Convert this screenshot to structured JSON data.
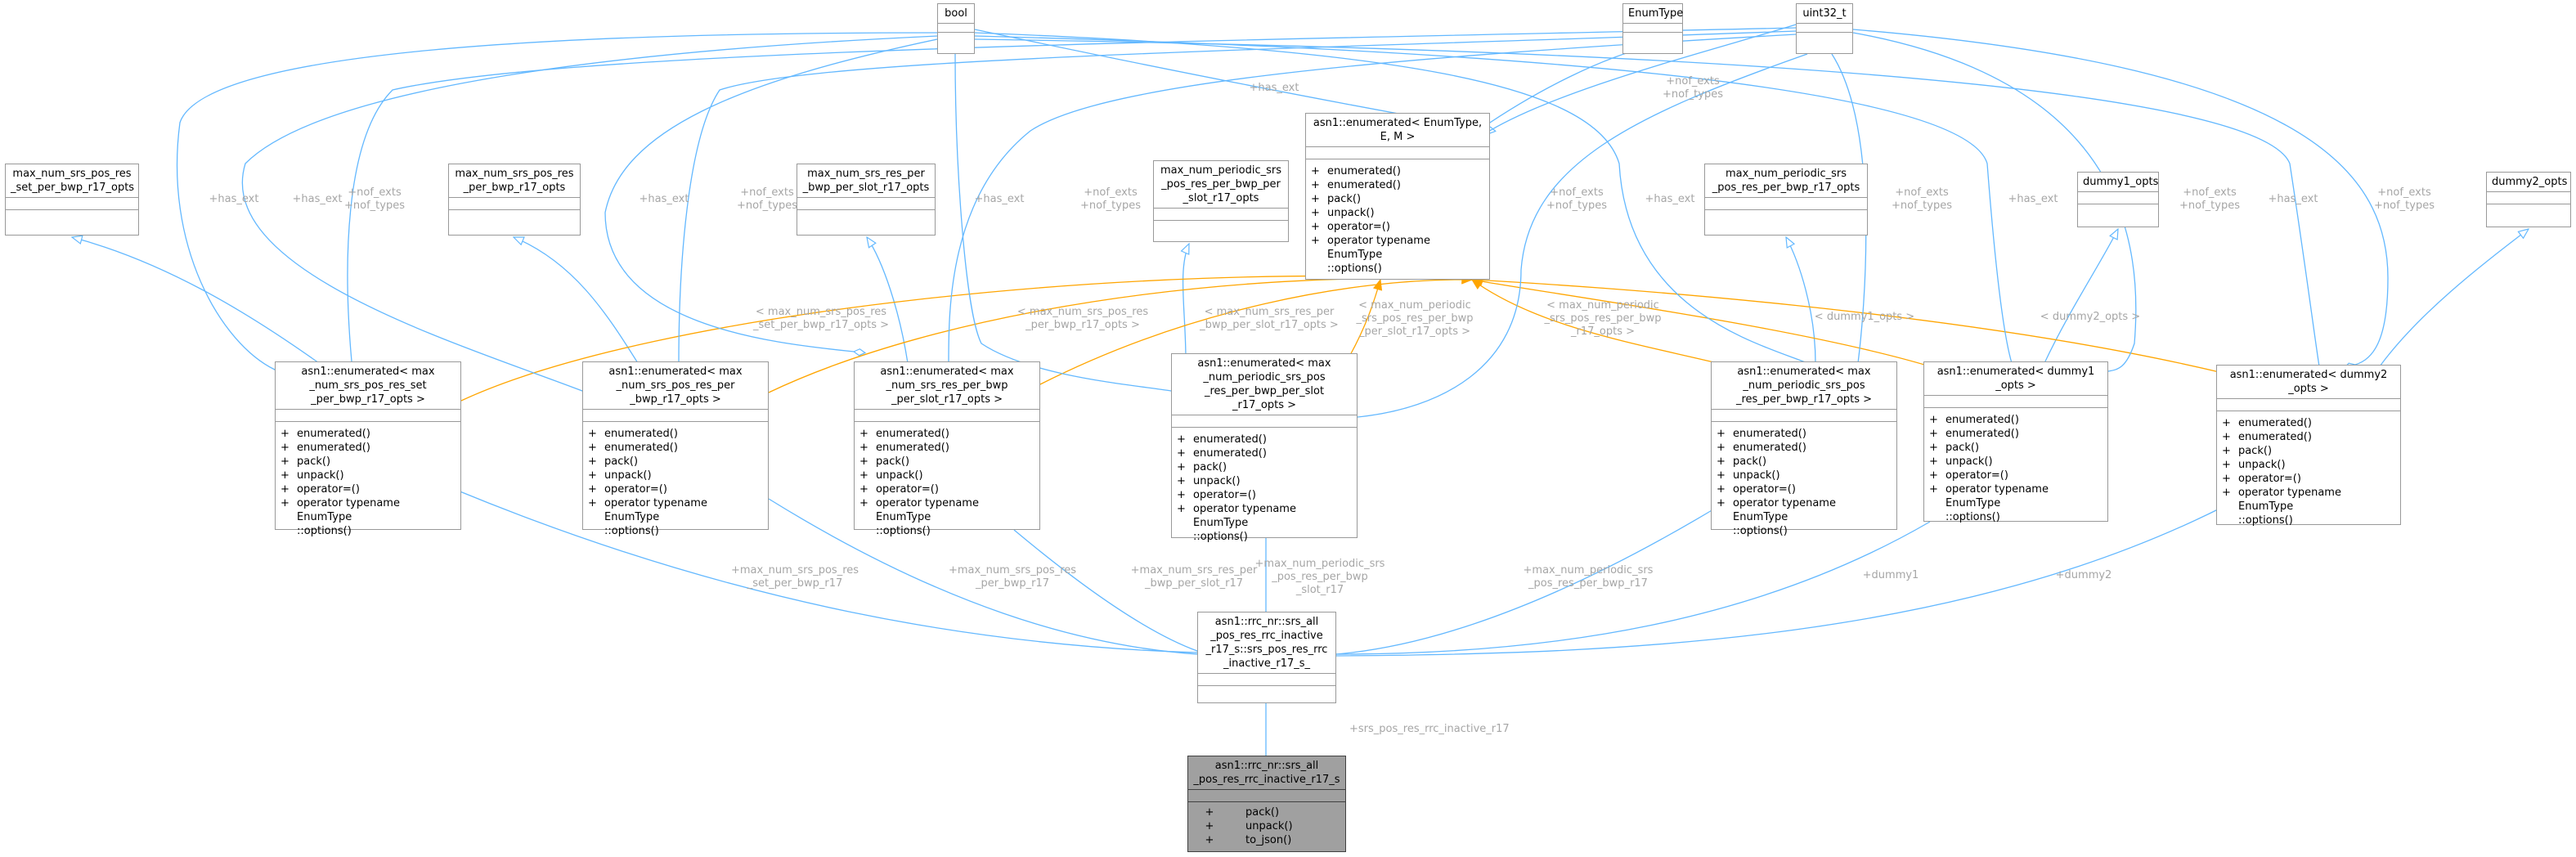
{
  "colors": {
    "association": "#63b8ff",
    "inheritance": "#63b8ff",
    "template": "#ffa500",
    "label": "#a6a6a6",
    "highlight": "#a0a0a0"
  },
  "classes": {
    "bool": {
      "name": "bool"
    },
    "enumtype": {
      "name": "EnumType"
    },
    "uint32": {
      "name": "uint32_t"
    },
    "tmpl": {
      "name": "asn1::enumerated< EnumType,\nE, M >",
      "ops": [
        "enumerated()",
        "enumerated()",
        "pack()",
        "unpack()",
        "operator=()",
        "operator typename EnumType\n::options()"
      ]
    },
    "opts1": {
      "name": "max_num_srs_pos_res\n_set_per_bwp_r17_opts"
    },
    "opts2": {
      "name": "max_num_srs_pos_res\n_per_bwp_r17_opts"
    },
    "opts3": {
      "name": "max_num_srs_res_per\n_bwp_per_slot_r17_opts"
    },
    "opts4": {
      "name": "max_num_periodic_srs\n_pos_res_per_bwp_per\n_slot_r17_opts"
    },
    "opts5": {
      "name": "max_num_periodic_srs\n_pos_res_per_bwp_r17_opts"
    },
    "opts6": {
      "name": "dummy1_opts"
    },
    "opts7": {
      "name": "dummy2_opts"
    },
    "enum1": {
      "name": "asn1::enumerated< max\n_num_srs_pos_res_set\n_per_bwp_r17_opts >",
      "ops": [
        "enumerated()",
        "enumerated()",
        "pack()",
        "unpack()",
        "operator=()",
        "operator typename EnumType\n::options()"
      ]
    },
    "enum2": {
      "name": "asn1::enumerated< max\n_num_srs_pos_res_per\n_bwp_r17_opts >",
      "ops": [
        "enumerated()",
        "enumerated()",
        "pack()",
        "unpack()",
        "operator=()",
        "operator typename EnumType\n::options()"
      ]
    },
    "enum3": {
      "name": "asn1::enumerated< max\n_num_srs_res_per_bwp\n_per_slot_r17_opts >",
      "ops": [
        "enumerated()",
        "enumerated()",
        "pack()",
        "unpack()",
        "operator=()",
        "operator typename EnumType\n::options()"
      ]
    },
    "enum4": {
      "name": "asn1::enumerated< max\n_num_periodic_srs_pos\n_res_per_bwp_per_slot\n_r17_opts >",
      "ops": [
        "enumerated()",
        "enumerated()",
        "pack()",
        "unpack()",
        "operator=()",
        "operator typename EnumType\n::options()"
      ]
    },
    "enum5": {
      "name": "asn1::enumerated< max\n_num_periodic_srs_pos\n_res_per_bwp_r17_opts >",
      "ops": [
        "enumerated()",
        "enumerated()",
        "pack()",
        "unpack()",
        "operator=()",
        "operator typename EnumType\n::options()"
      ]
    },
    "enum6": {
      "name": "asn1::enumerated< dummy1\n_opts >",
      "ops": [
        "enumerated()",
        "enumerated()",
        "pack()",
        "unpack()",
        "operator=()",
        "operator typename EnumType\n::options()"
      ]
    },
    "enum7": {
      "name": "asn1::enumerated< dummy2\n_opts >",
      "ops": [
        "enumerated()",
        "enumerated()",
        "pack()",
        "unpack()",
        "operator=()",
        "operator typename EnumType\n::options()"
      ]
    },
    "srspos": {
      "name": "asn1::rrc_nr::srs_all\n_pos_res_rrc_inactive\n_r17_s::srs_pos_res_rrc\n_inactive_r17_s_"
    },
    "main": {
      "name": "asn1::rrc_nr::srs_all\n_pos_res_rrc_inactive_r17_s",
      "ops": [
        "pack()",
        "unpack()",
        "to_json()"
      ]
    }
  },
  "op_visibility": "+",
  "labels": {
    "has_ext": "+has_ext",
    "nof_exts_types": "+nof_exts\n+nof_types",
    "t1": "< max_num_srs_pos_res\n_set_per_bwp_r17_opts >",
    "t2": "< max_num_srs_pos_res\n_per_bwp_r17_opts >",
    "t3": "< max_num_srs_res_per\n_bwp_per_slot_r17_opts >",
    "t4": "< max_num_periodic\n_srs_pos_res_per_bwp\n_per_slot_r17_opts >",
    "t5": "< max_num_periodic\n_srs_pos_res_per_bwp\n_r17_opts >",
    "t6": "< dummy1_opts >",
    "t7": "< dummy2_opts >",
    "m1": "+max_num_srs_pos_res\n_set_per_bwp_r17",
    "m2": "+max_num_srs_pos_res\n_per_bwp_r17",
    "m3": "+max_num_srs_res_per\n_bwp_per_slot_r17",
    "m4": "+max_num_periodic_srs\n_pos_res_per_bwp\n_slot_r17",
    "m5": "+max_num_periodic_srs\n_pos_res_per_bwp_r17",
    "m6": "+dummy1",
    "m7": "+dummy2",
    "m8": "+srs_pos_res_rrc_inactive_r17"
  }
}
